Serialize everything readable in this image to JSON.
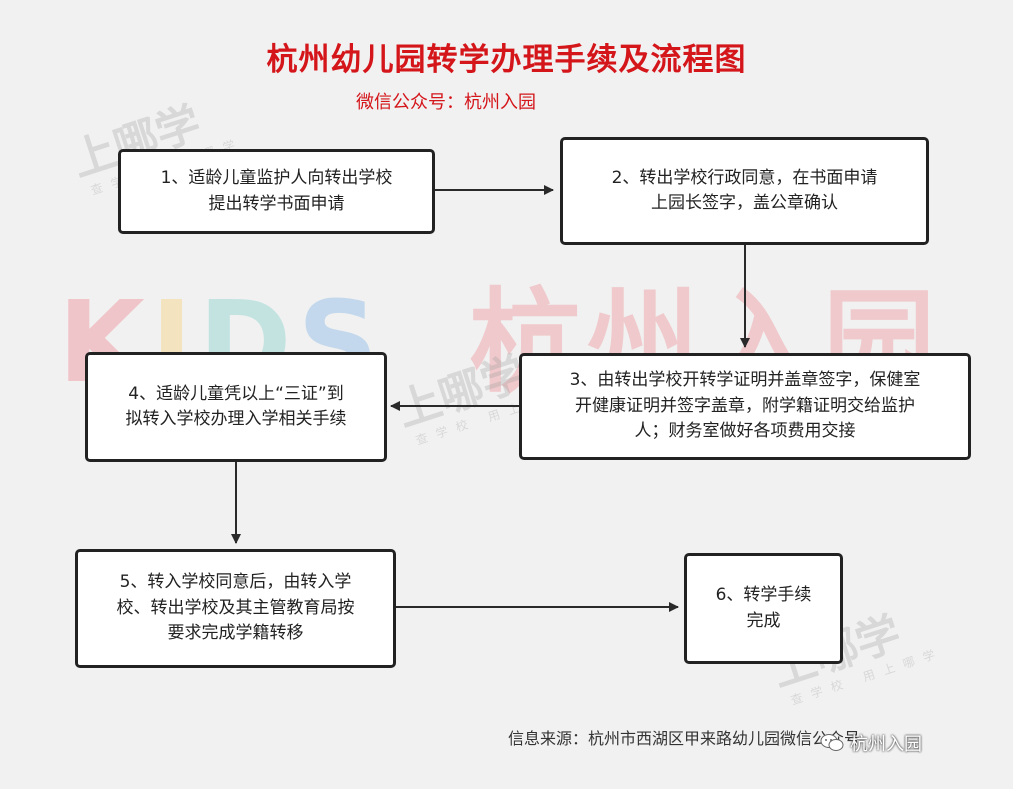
{
  "header": {
    "title": "杭州幼儿园转学办理手续及流程图",
    "subtitle": "微信公众号：杭州入园"
  },
  "watermarks": {
    "kids_letters": [
      "K",
      "I",
      "D",
      "S"
    ],
    "brand": "杭州入园",
    "site": "上哪学",
    "site_tag": "查学校 用上哪学"
  },
  "steps": [
    {
      "id": "1",
      "text": "1、适龄儿童监护人向转出学校\n提出转学书面申请"
    },
    {
      "id": "2",
      "text": "2、转出学校行政同意，在书面申请\n上园长签字，盖公章确认"
    },
    {
      "id": "3",
      "text": "3、由转出学校开转学证明并盖章签字，保健室\n开健康证明并签字盖章，附学籍证明交给监护\n人；财务室做好各项费用交接"
    },
    {
      "id": "4",
      "text": "4、适龄儿童凭以上“三证”到\n拟转入学校办理入学相关手续"
    },
    {
      "id": "5",
      "text": "5、转入学校同意后，由转入学\n校、转出学校及其主管教育局按\n要求完成学籍转移"
    },
    {
      "id": "6",
      "text": "6、转学手续\n完成"
    }
  ],
  "footer": {
    "source": "信息来源：杭州市西湖区甲来路幼儿园微信公众号",
    "wechat_label": "杭州入园",
    "wechat_icon": "wechat-icon"
  }
}
